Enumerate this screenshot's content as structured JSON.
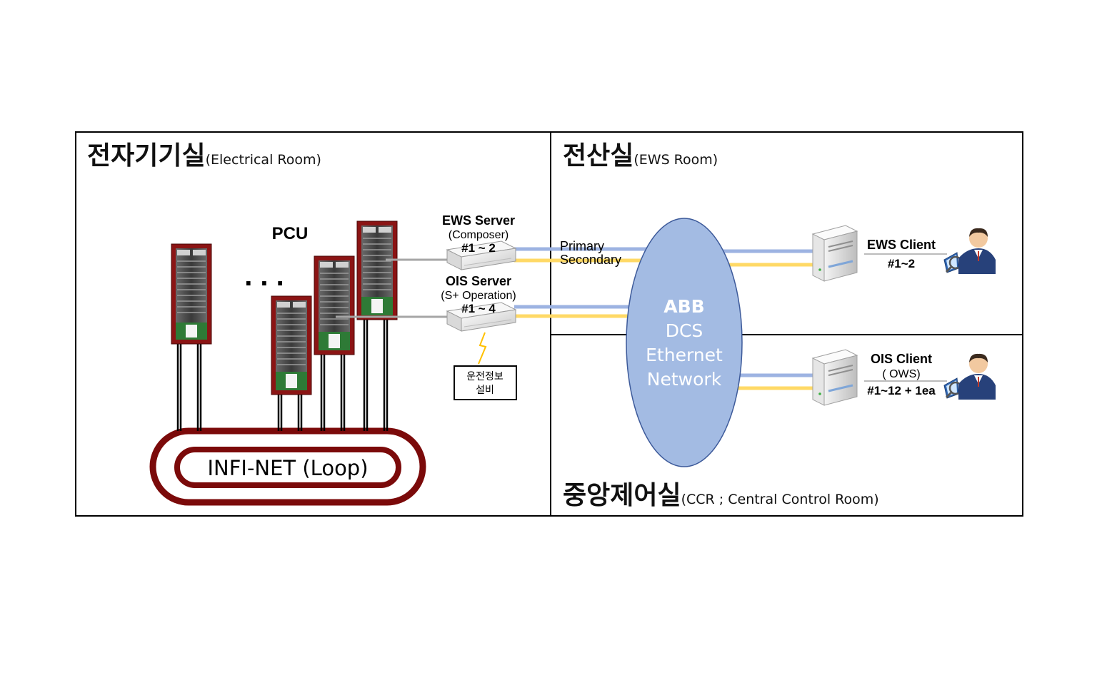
{
  "rooms": {
    "electrical": {
      "title": "전자기기실",
      "subtitle": "(Electrical Room)"
    },
    "ews": {
      "title": "전산실",
      "subtitle": "(EWS Room)"
    },
    "ccr": {
      "title": "중앙제어실",
      "subtitle": "(CCR ; Central Control Room)"
    }
  },
  "pcu": {
    "label": "PCU",
    "ellipsis": ". . ."
  },
  "ews_server": {
    "label": "EWS Server",
    "role": "(Composer)",
    "count": "#1 ~ 2"
  },
  "ois_server": {
    "label": "OIS Server",
    "role": "(S+ Operation)",
    "count": "#1 ~ 4"
  },
  "ops_info": {
    "line1": "운전정보",
    "line2": "설비"
  },
  "links": {
    "primary": "Primary",
    "secondary": "Secondary"
  },
  "network": {
    "line1": "ABB",
    "line2": "DCS",
    "line3": "Ethernet",
    "line4": "Network"
  },
  "ews_client": {
    "label": "EWS Client",
    "count": "#1~2"
  },
  "ois_client": {
    "label": "OIS Client",
    "type": "( OWS)",
    "count": "#1~12 + 1ea"
  },
  "infinet": {
    "label": "INFI-NET (Loop)"
  },
  "colors": {
    "primary_link": "#9DB3E2",
    "secondary_link": "#FFD966",
    "network_fill": "#A3BBE3",
    "loop": "#7B0A0A",
    "cabinet": "#8B1414",
    "server_link": "#A6A6A6"
  }
}
